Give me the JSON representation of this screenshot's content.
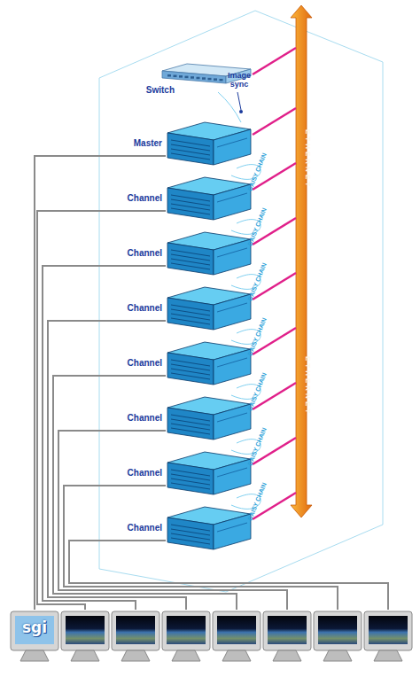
{
  "diagram": {
    "nodes": [
      {
        "text": [
          "Switch"
        ]
      },
      {
        "text": [
          "Master"
        ]
      },
      {
        "text": [
          "Channel"
        ]
      },
      {
        "text": [
          "Channel"
        ]
      },
      {
        "text": [
          "Channel"
        ]
      },
      {
        "text": [
          "Channel"
        ]
      },
      {
        "text": [
          "Channel"
        ]
      },
      {
        "text": [
          "Channel"
        ]
      },
      {
        "text": [
          "Channel"
        ]
      },
      {
        "text": [
          "ETHERNET",
          "ETHERNET"
        ]
      },
      {
        "text": [
          "sgi"
        ]
      }
    ],
    "edges": [
      {
        "from": 0,
        "to": 9,
        "arrow": "none"
      },
      {
        "from": 1,
        "to": 9,
        "arrow": "none"
      },
      {
        "from": 2,
        "to": 9,
        "arrow": "none"
      },
      {
        "from": 3,
        "to": 9,
        "arrow": "none"
      },
      {
        "from": 4,
        "to": 9,
        "arrow": "none"
      },
      {
        "from": 5,
        "to": 9,
        "arrow": "none"
      },
      {
        "from": 6,
        "to": 9,
        "arrow": "none"
      },
      {
        "from": 7,
        "to": 9,
        "arrow": "none"
      },
      {
        "from": 8,
        "to": 9,
        "arrow": "none"
      },
      {
        "from": 1,
        "to": 2,
        "label": "DAISY CHAIN",
        "arrow": "none"
      },
      {
        "from": 2,
        "to": 3,
        "label": "DAISY CHAIN",
        "arrow": "none"
      },
      {
        "from": 3,
        "to": 4,
        "label": "DAISY CHAIN",
        "arrow": "none"
      },
      {
        "from": 4,
        "to": 5,
        "label": "DAISY CHAIN",
        "arrow": "none"
      },
      {
        "from": 5,
        "to": 6,
        "label": "DAISY CHAIN",
        "arrow": "none"
      },
      {
        "from": 6,
        "to": 7,
        "label": "DAISY CHAIN",
        "arrow": "none"
      },
      {
        "from": 7,
        "to": 8,
        "label": "DAISY CHAIN",
        "arrow": "none"
      },
      {
        "from": 1,
        "to": 10,
        "arrow": "none"
      }
    ],
    "labels": [
      "Image sync"
    ]
  }
}
